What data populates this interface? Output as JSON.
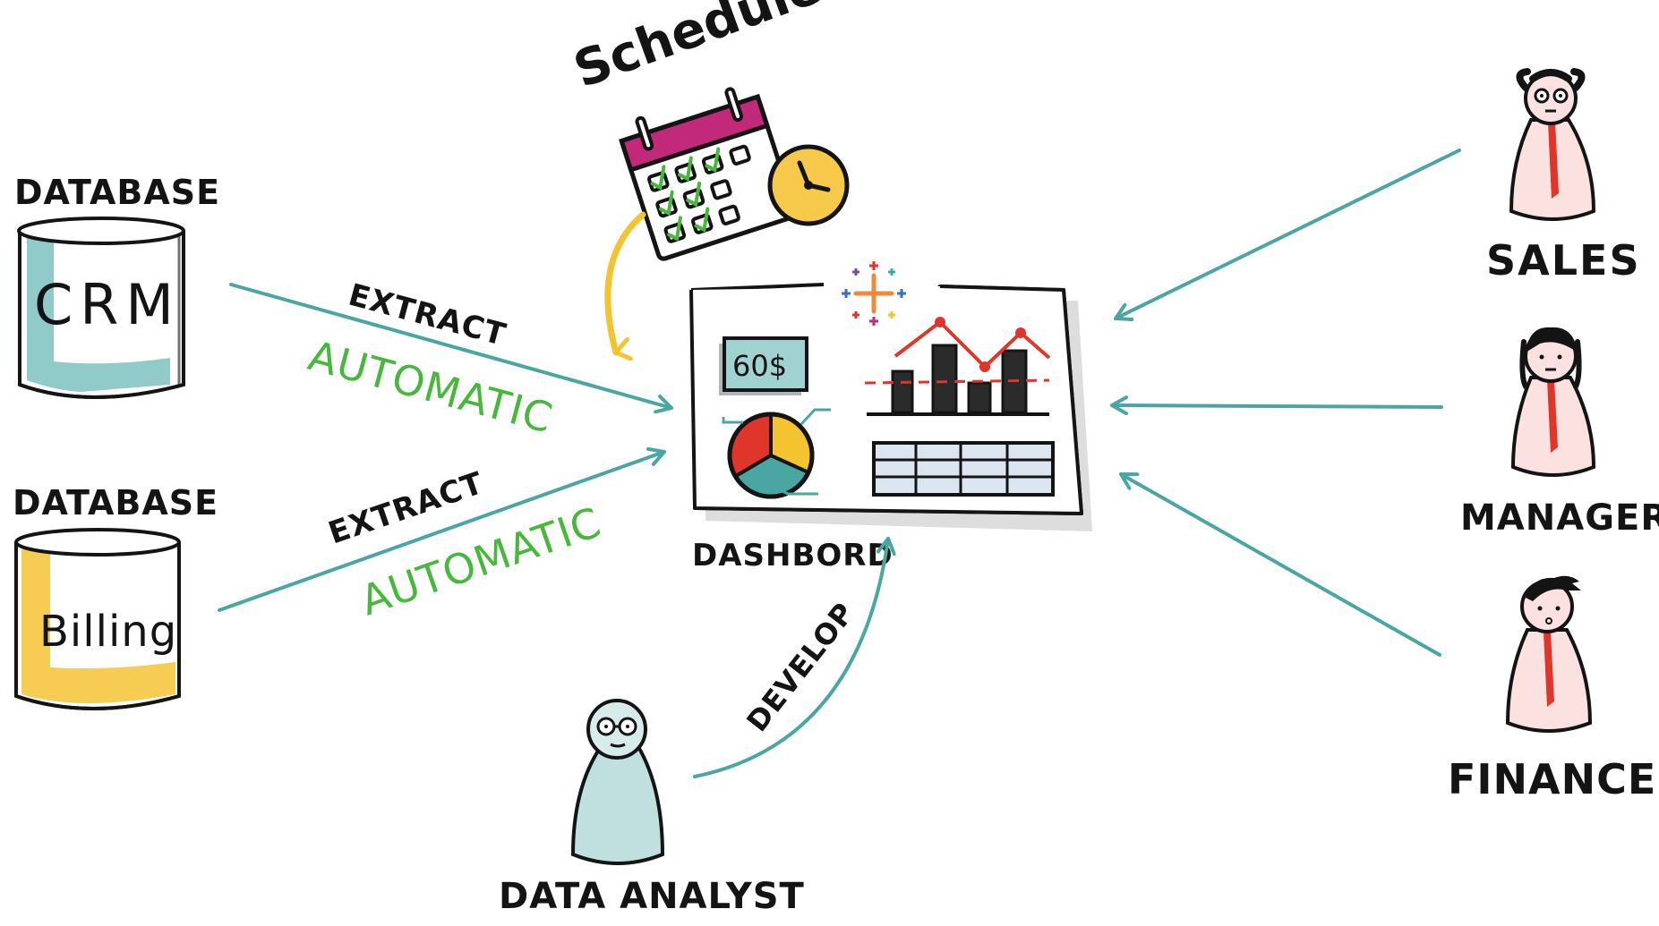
{
  "colors": {
    "ink": "#141414",
    "teal": "#4aa6a2",
    "green": "#46b83c",
    "yellow": "#f4c430",
    "magenta": "#c2297a",
    "red": "#e0352b",
    "paper": "#ffffff"
  },
  "sources": {
    "crm": {
      "heading": "DATABASE",
      "name": "CRM"
    },
    "billing": {
      "heading": "DATABASE",
      "name": "Billing"
    }
  },
  "flows": {
    "crm": {
      "action": "EXTRACT",
      "mode": "AUTOMATIC"
    },
    "billing": {
      "action": "EXTRACT",
      "mode": "AUTOMATIC"
    }
  },
  "schedule": {
    "label": "Schedule"
  },
  "dashboard": {
    "label": "DASHBORD",
    "kpi_value": "60$"
  },
  "analyst": {
    "label": "DATA ANALYST",
    "action": "DEVELOP"
  },
  "consumers": [
    {
      "label": "SALES"
    },
    {
      "label": "MANAGER"
    },
    {
      "label": "FINANCE"
    }
  ],
  "icons": {
    "database": "database-cylinder-icon",
    "calendar": "calendar-icon",
    "clock": "clock-icon",
    "person": "person-icon",
    "logo": "plus-cross-logo-icon"
  }
}
